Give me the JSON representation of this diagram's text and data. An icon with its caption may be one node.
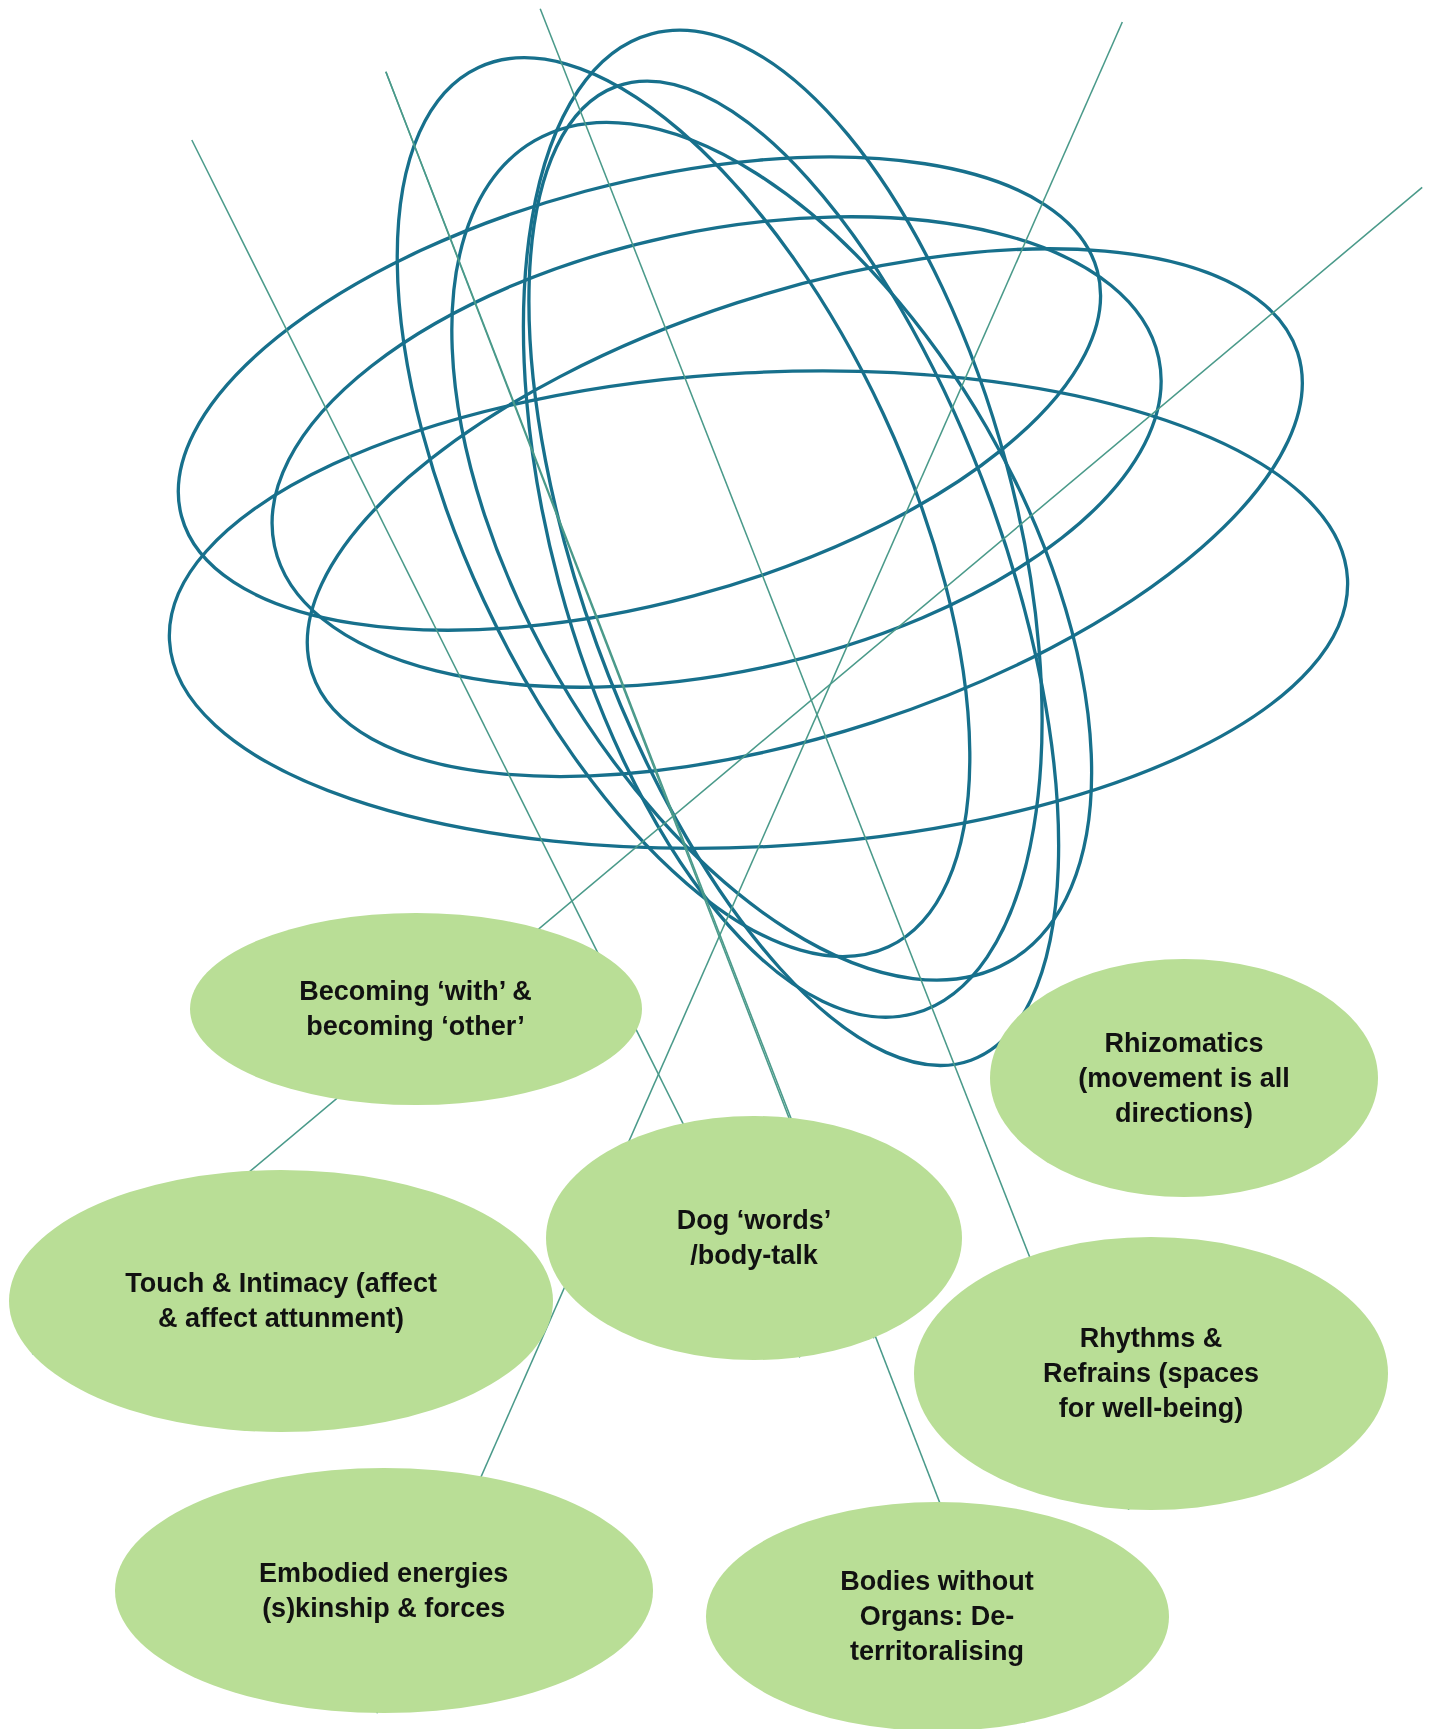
{
  "diagram": {
    "nodes": [
      {
        "text": [
          "Becoming ‘with’ & becoming ‘other’"
        ]
      },
      {
        "text": [
          "Rhizomatics (movement is all directions)"
        ]
      },
      {
        "text": [
          "Dog ‘words’ /body-talk"
        ]
      },
      {
        "text": [
          "Touch & Intimacy (affect & affect attunment)"
        ]
      },
      {
        "text": [
          "Rhythms & Refrains (spaces for well-being)"
        ]
      },
      {
        "text": [
          "Embodied energies (s)kinship & forces"
        ]
      },
      {
        "text": [
          "Bodies without Organs: De-territoralising"
        ]
      }
    ],
    "edges": [
      {
        "from": 3,
        "to": null,
        "arrow": "none"
      },
      {
        "from": 5,
        "to": null,
        "arrow": "none"
      },
      {
        "from": 2,
        "to": null,
        "arrow": "none"
      },
      {
        "from": 6,
        "to": null,
        "arrow": "none"
      },
      {
        "from": 4,
        "to": null,
        "arrow": "none"
      },
      {
        "from": 2,
        "to": null,
        "arrow": "none"
      }
    ]
  }
}
